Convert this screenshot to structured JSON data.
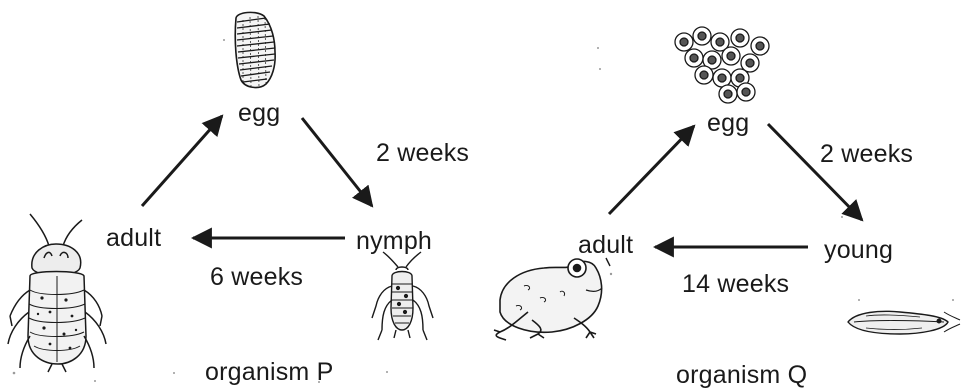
{
  "organism_p": {
    "name": "organism P",
    "stages": {
      "egg": "egg",
      "nymph": "nymph",
      "adult": "adult"
    },
    "durations": {
      "egg_to_nymph": "2 weeks",
      "nymph_to_adult": "6 weeks"
    }
  },
  "organism_q": {
    "name": "organism Q",
    "stages": {
      "egg": "egg",
      "young": "young",
      "adult": "adult"
    },
    "durations": {
      "egg_to_young": "2 weeks",
      "young_to_adult": "14 weeks"
    }
  },
  "colors": {
    "ink": "#1a1a1a",
    "speckle": "#9a9a9a"
  },
  "icons": [
    "egg-case-icon",
    "nymph-icon",
    "cockroach-icon",
    "frog-eggs-icon",
    "tadpole-icon",
    "frog-icon"
  ]
}
